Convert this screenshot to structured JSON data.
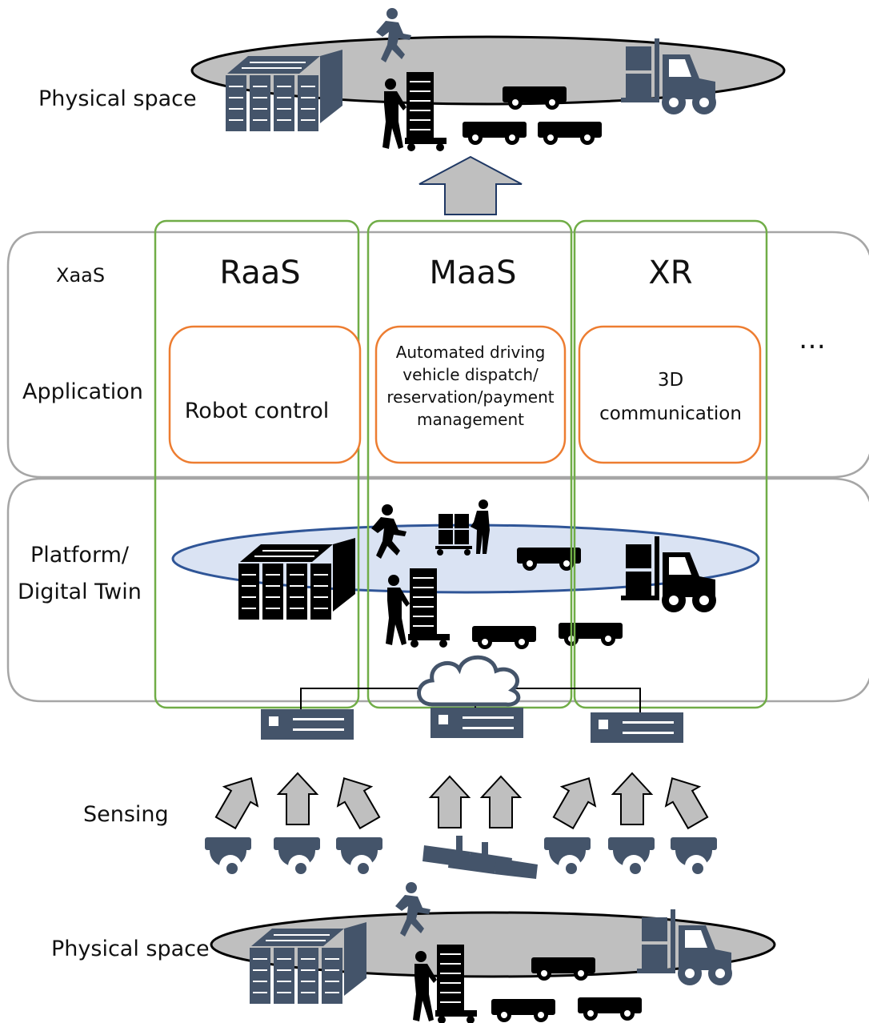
{
  "labels": {
    "physical_space_top": "Physical space",
    "physical_space_bottom": "Physical space",
    "xaas": "XaaS",
    "application": "Application",
    "platform": "Platform/",
    "digital_twin": "Digital Twin",
    "sensing": "Sensing",
    "ellipsis": "…"
  },
  "columns": [
    {
      "name": "RaaS",
      "app": [
        "Robot control"
      ]
    },
    {
      "name": "MaaS",
      "app": [
        "Automated driving",
        "vehicle dispatch/",
        "reservation/payment",
        "management"
      ]
    },
    {
      "name": "XR",
      "app": [
        "3D",
        "communication"
      ]
    }
  ],
  "colors": {
    "icon": "#44546a",
    "icon_dark": "#000000",
    "arrow_fill": "#bfbfbf",
    "column_border": "#70ad47",
    "app_border": "#ed7d31",
    "layer_border": "#a6a6a6",
    "space_ellipse": "#bfbfbf",
    "twin_ellipse": "#dae3f3",
    "twin_ellipse_stroke": "#2f5597"
  }
}
